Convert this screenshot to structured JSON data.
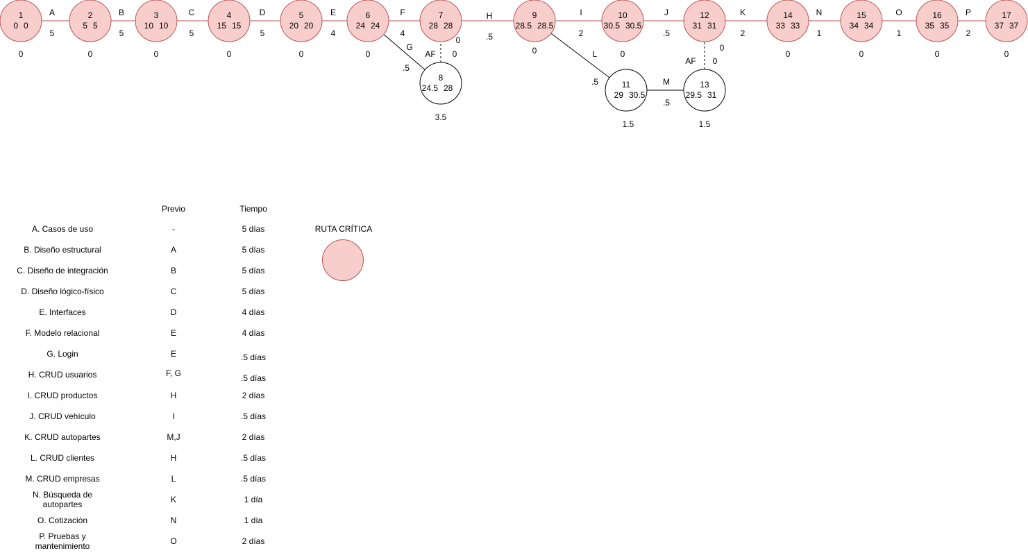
{
  "colors": {
    "critical_fill": "#f8cecc",
    "critical_stroke": "#b85450",
    "normal_fill": "#ffffff",
    "normal_stroke": "#000000"
  },
  "network": {
    "nodes": [
      {
        "id": "1",
        "early": "0",
        "late": "0",
        "slack": "0",
        "critical": true
      },
      {
        "id": "2",
        "early": "5",
        "late": "5",
        "slack": "0",
        "critical": true
      },
      {
        "id": "3",
        "early": "10",
        "late": "10",
        "slack": "0",
        "critical": true
      },
      {
        "id": "4",
        "early": "15",
        "late": "15",
        "slack": "0",
        "critical": true
      },
      {
        "id": "5",
        "early": "20",
        "late": "20",
        "slack": "0",
        "critical": true
      },
      {
        "id": "6",
        "early": "24",
        "late": "24",
        "slack": "0",
        "critical": true
      },
      {
        "id": "7",
        "early": "28",
        "late": "28",
        "slack": "0",
        "critical": true
      },
      {
        "id": "8",
        "early": "24.5",
        "late": "28",
        "slack": "3.5",
        "critical": false
      },
      {
        "id": "9",
        "early": "28.5",
        "late": "28.5",
        "slack": "0",
        "critical": true
      },
      {
        "id": "10",
        "early": "30.5",
        "late": "30.5",
        "slack": "0",
        "critical": true
      },
      {
        "id": "11",
        "early": "29",
        "late": "30.5",
        "slack": "1.5",
        "critical": false
      },
      {
        "id": "12",
        "early": "31",
        "late": "31",
        "slack": "0",
        "critical": true
      },
      {
        "id": "13",
        "early": "29.5",
        "late": "31",
        "slack": "1.5",
        "critical": false
      },
      {
        "id": "14",
        "early": "33",
        "late": "33",
        "slack": "0",
        "critical": true
      },
      {
        "id": "15",
        "early": "34",
        "late": "34",
        "slack": "0",
        "critical": true
      },
      {
        "id": "16",
        "early": "35",
        "late": "35",
        "slack": "0",
        "critical": true
      },
      {
        "id": "17",
        "early": "37",
        "late": "37",
        "slack": "0",
        "critical": true
      }
    ],
    "edges": [
      {
        "from": "1",
        "to": "2",
        "label": "A",
        "duration": "5",
        "critical": true,
        "dashed": false,
        "float": ""
      },
      {
        "from": "2",
        "to": "3",
        "label": "B",
        "duration": "5",
        "critical": true,
        "dashed": false,
        "float": ""
      },
      {
        "from": "3",
        "to": "4",
        "label": "C",
        "duration": "5",
        "critical": true,
        "dashed": false,
        "float": ""
      },
      {
        "from": "4",
        "to": "5",
        "label": "D",
        "duration": "5",
        "critical": true,
        "dashed": false,
        "float": ""
      },
      {
        "from": "5",
        "to": "6",
        "label": "E",
        "duration": "4",
        "critical": true,
        "dashed": false,
        "float": ""
      },
      {
        "from": "6",
        "to": "7",
        "label": "F",
        "duration": "4",
        "critical": true,
        "dashed": false,
        "float": ""
      },
      {
        "from": "6",
        "to": "8",
        "label": "G",
        "duration": ".5",
        "critical": false,
        "dashed": false,
        "float": ""
      },
      {
        "from": "8",
        "to": "7",
        "label": "AF",
        "duration": "0",
        "critical": false,
        "dashed": true,
        "float": "0"
      },
      {
        "from": "7",
        "to": "9",
        "label": "H",
        "duration": ".5",
        "critical": true,
        "dashed": false,
        "float": ""
      },
      {
        "from": "9",
        "to": "10",
        "label": "I",
        "duration": "2",
        "critical": true,
        "dashed": false,
        "float": ""
      },
      {
        "from": "9",
        "to": "11",
        "label": "L",
        "duration": ".5",
        "critical": false,
        "dashed": false,
        "float": ""
      },
      {
        "from": "11",
        "to": "13",
        "label": "M",
        "duration": ".5",
        "critical": false,
        "dashed": false,
        "float": ""
      },
      {
        "from": "13",
        "to": "12",
        "label": "AF",
        "duration": "0",
        "critical": false,
        "dashed": true,
        "float": "0"
      },
      {
        "from": "10",
        "to": "12",
        "label": "J",
        "duration": ".5",
        "critical": true,
        "dashed": false,
        "float": ""
      },
      {
        "from": "12",
        "to": "14",
        "label": "K",
        "duration": "2",
        "critical": true,
        "dashed": false,
        "float": ""
      },
      {
        "from": "14",
        "to": "15",
        "label": "N",
        "duration": "1",
        "critical": true,
        "dashed": false,
        "float": ""
      },
      {
        "from": "15",
        "to": "16",
        "label": "O",
        "duration": "1",
        "critical": true,
        "dashed": false,
        "float": ""
      },
      {
        "from": "16",
        "to": "17",
        "label": "P",
        "duration": "2",
        "critical": true,
        "dashed": false,
        "float": ""
      }
    ]
  },
  "table": {
    "headers": {
      "previo": "Previo",
      "tiempo": "Tiempo"
    },
    "rows": [
      {
        "activity": "A. Casos de uso",
        "previo": "-",
        "tiempo": "5 días"
      },
      {
        "activity": "B. Diseño estructural",
        "previo": "A",
        "tiempo": "5 días"
      },
      {
        "activity": "C. Diseño de integración",
        "previo": "B",
        "tiempo": "5 días"
      },
      {
        "activity": "D. Diseño lógico-físico",
        "previo": "C",
        "tiempo": "5 días"
      },
      {
        "activity": "E. Interfaces",
        "previo": "D",
        "tiempo": "4 días"
      },
      {
        "activity": "F. Modelo relacional",
        "previo": "E",
        "tiempo": "4 días"
      },
      {
        "activity": "G. Login",
        "previo": "E",
        "tiempo": ".5 días"
      },
      {
        "activity": "H. CRUD usuarios",
        "previo": "F, G",
        "tiempo": ".5 días"
      },
      {
        "activity": "I. CRUD productos",
        "previo": "H",
        "tiempo": "2 días"
      },
      {
        "activity": "J. CRUD vehículo",
        "previo": "I",
        "tiempo": ".5 días"
      },
      {
        "activity": "K. CRUD autopartes",
        "previo": "M,J",
        "tiempo": "2 días"
      },
      {
        "activity": "L. CRUD clientes",
        "previo": "H",
        "tiempo": ".5 días"
      },
      {
        "activity": "M. CRUD empresas",
        "previo": "L",
        "tiempo": ".5 días"
      },
      {
        "activity": "N. Búsqueda de autopartes",
        "previo": "K",
        "tiempo": "1 día"
      },
      {
        "activity": "O. Cotización",
        "previo": "N",
        "tiempo": "1 día"
      },
      {
        "activity": "P. Pruebas y mantenimiento",
        "previo": "O",
        "tiempo": "2 días"
      }
    ]
  },
  "legend": {
    "title": "RUTA CRÍTICA"
  }
}
